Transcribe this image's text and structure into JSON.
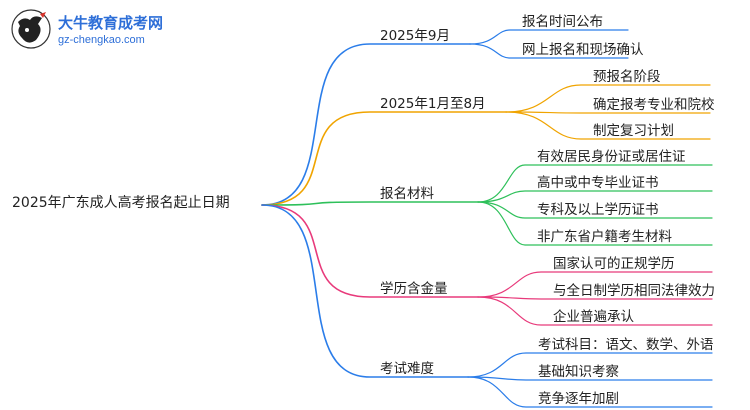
{
  "logo": {
    "title": "大牛教育成考网",
    "url": "gz-chengkao.com"
  },
  "colors": {
    "blue": "#2b7de9",
    "orange": "#f0a400",
    "green": "#2ec05a",
    "pink": "#e83a7b",
    "branch5": "#2b7de9"
  },
  "root": "2025年广东成人高考报名起止日期",
  "branches": [
    {
      "label": "2025年9月",
      "color": "blue",
      "children": [
        "报名时间公布",
        "网上报名和现场确认"
      ]
    },
    {
      "label": "2025年1月至8月",
      "color": "orange",
      "children": [
        "预报名阶段",
        "确定报考专业和院校",
        "制定复习计划"
      ]
    },
    {
      "label": "报名材料",
      "color": "green",
      "children": [
        "有效居民身份证或居住证",
        "高中或中专毕业证书",
        "专科及以上学历证书",
        "非广东省户籍考生材料"
      ]
    },
    {
      "label": "学历含金量",
      "color": "pink",
      "children": [
        "国家认可的正规学历",
        "与全日制学历相同法律效力",
        "企业普遍承认"
      ]
    },
    {
      "label": "考试难度",
      "color": "branch5",
      "children": [
        "考试科目：语文、数学、外语",
        "基础知识考察",
        "竞争逐年加剧"
      ]
    }
  ]
}
